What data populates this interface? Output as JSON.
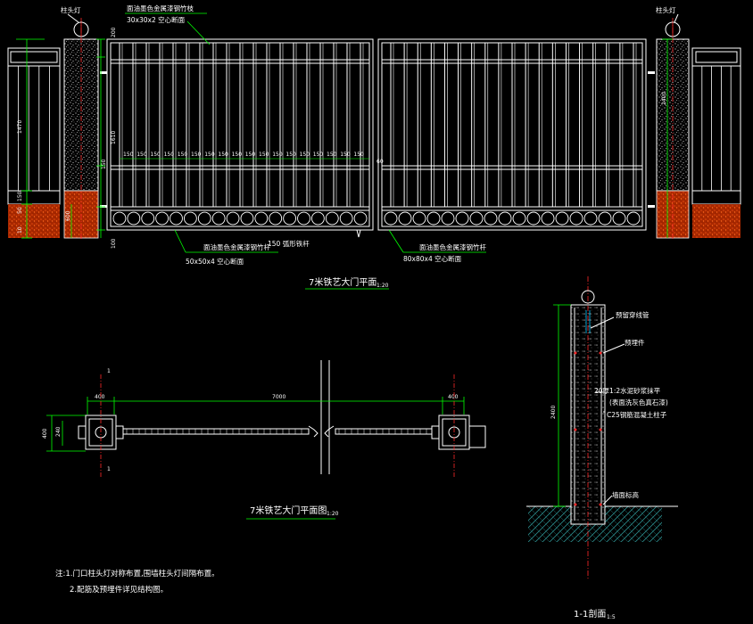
{
  "colors": {
    "background": "#000000",
    "line": "#ffffff",
    "dimension": "#00ff00",
    "axis": "#ff2a2a",
    "brick": "#c83000",
    "gravel": "#808080",
    "soil": "#2b8a8a"
  },
  "elevation": {
    "lamp_label_left": "柱头灯",
    "lamp_label_right": "柱头灯",
    "callout_top": [
      "面油墨色金属漆钢竹枝",
      "30x30x2 空心断面"
    ],
    "callout_bottom_left": [
      "面油墨色金属漆钢竹杆",
      "50x50x4 空心断面"
    ],
    "callout_bottom_mid": "150 弧形铁杆",
    "callout_bottom_right": [
      "面油墨色金属漆钢竹杆",
      "80x80x4 空心断面"
    ],
    "title": "7米铁艺大门平面",
    "title_scale": "1:20",
    "dims_left_column": [
      "1470",
      "150",
      "50",
      "10"
    ],
    "dims_gate_left": [
      "200",
      "1610",
      "150",
      "100"
    ],
    "dims_bottom_gate": [
      "600"
    ],
    "dim_right_column": "2400",
    "bar_spacing_label": "150",
    "bar_end_label": "60"
  },
  "plan": {
    "title": "7米铁艺大门平面图",
    "title_scale": "1:20",
    "dim_left": "400",
    "dim_middle": "7000",
    "dim_right": "400",
    "dim_height_outer": "400",
    "dim_height_inner": "240",
    "section_marker": "1"
  },
  "section": {
    "title": "1-1剖面",
    "title_scale": "1:5",
    "dim_height": "2400",
    "labels": [
      "预留穿线管",
      "预埋件",
      "20厚1:2水泥砂浆抹平",
      "(表面洗灰色真石漆)",
      "C25钢筋混凝土柱子",
      "墙面标高"
    ]
  },
  "notes": [
    "注:1.门口柱头灯对称布置,围墙柱头灯间隔布置。",
    "2.配筋及预埋件详见结构图。"
  ]
}
